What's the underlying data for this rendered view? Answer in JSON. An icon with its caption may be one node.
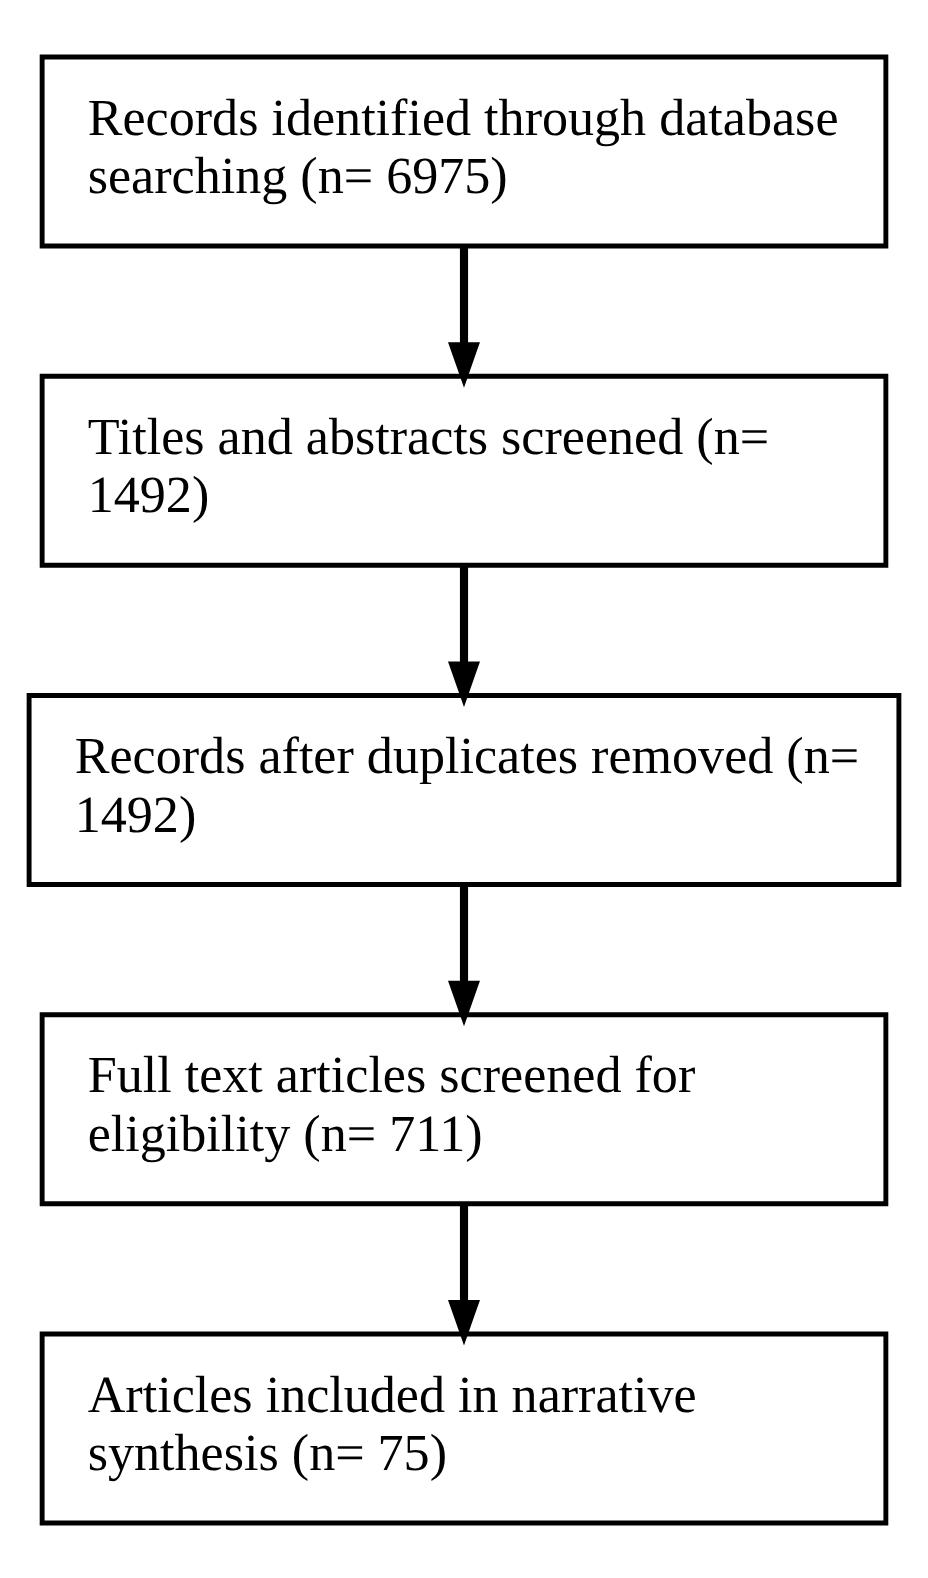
{
  "diagram": {
    "nodes": [
      {
        "text": [
          "Records identified through database searching (n= 6975)"
        ]
      },
      {
        "text": [
          "Titles and abstracts screened (n= 1492)"
        ]
      },
      {
        "text": [
          "Records after duplicates removed (n= 1492)"
        ]
      },
      {
        "text": [
          "Full text articles screened for eligibility (n= 711)"
        ]
      },
      {
        "text": [
          "Articles included in narrative synthesis (n= 75)"
        ]
      }
    ],
    "edges": [
      {
        "from": 0,
        "to": 1,
        "arrow": "to"
      },
      {
        "from": 1,
        "to": 2,
        "arrow": "to"
      },
      {
        "from": 2,
        "to": 3,
        "arrow": "to"
      },
      {
        "from": 3,
        "to": 4,
        "arrow": "to"
      }
    ]
  }
}
